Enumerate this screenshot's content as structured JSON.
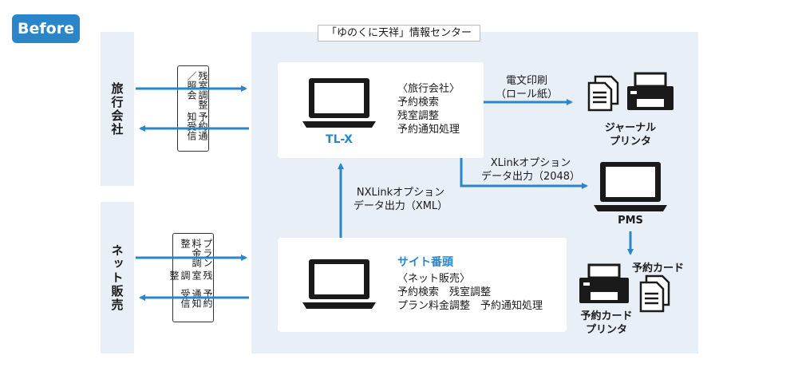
{
  "badge": "Before",
  "center": {
    "title": "「ゆのくに天祥」情報センター"
  },
  "left": {
    "travel_agency": "旅行会社",
    "net_sales": "ネット販売",
    "travel_box_lines": [
      "残室調整／照会",
      "予約通知受信"
    ],
    "net_box_lines": [
      "プラン料金調整",
      "残室調整",
      "予約通知受信"
    ]
  },
  "tlx": {
    "name": "TL-X",
    "lines": [
      "〈旅行会社〉",
      "予約検索",
      "残室調整",
      "予約通知処理"
    ]
  },
  "site": {
    "name": "サイト番頭",
    "lines": [
      "〈ネット販売〉",
      "予約検索　残室調整",
      "プラン料金調整　予約通知処理"
    ]
  },
  "flows": {
    "nxlink_1": "NXLinkオプション",
    "nxlink_2": "データ出力（XML）",
    "den_1": "電文印刷",
    "den_2": "（ロール紙）",
    "xlink_1": "XLinkオプション",
    "xlink_2": "データ出力（2048）"
  },
  "devices": {
    "journal_1": "ジャーナル",
    "journal_2": "プリンタ",
    "pms": "PMS",
    "card_printer_1": "予約カード",
    "card_printer_2": "プリンタ",
    "card": "予約カード"
  },
  "colors": {
    "accent": "#2a86c8",
    "panel": "#e9eff6",
    "dark": "#1a1a1a"
  }
}
